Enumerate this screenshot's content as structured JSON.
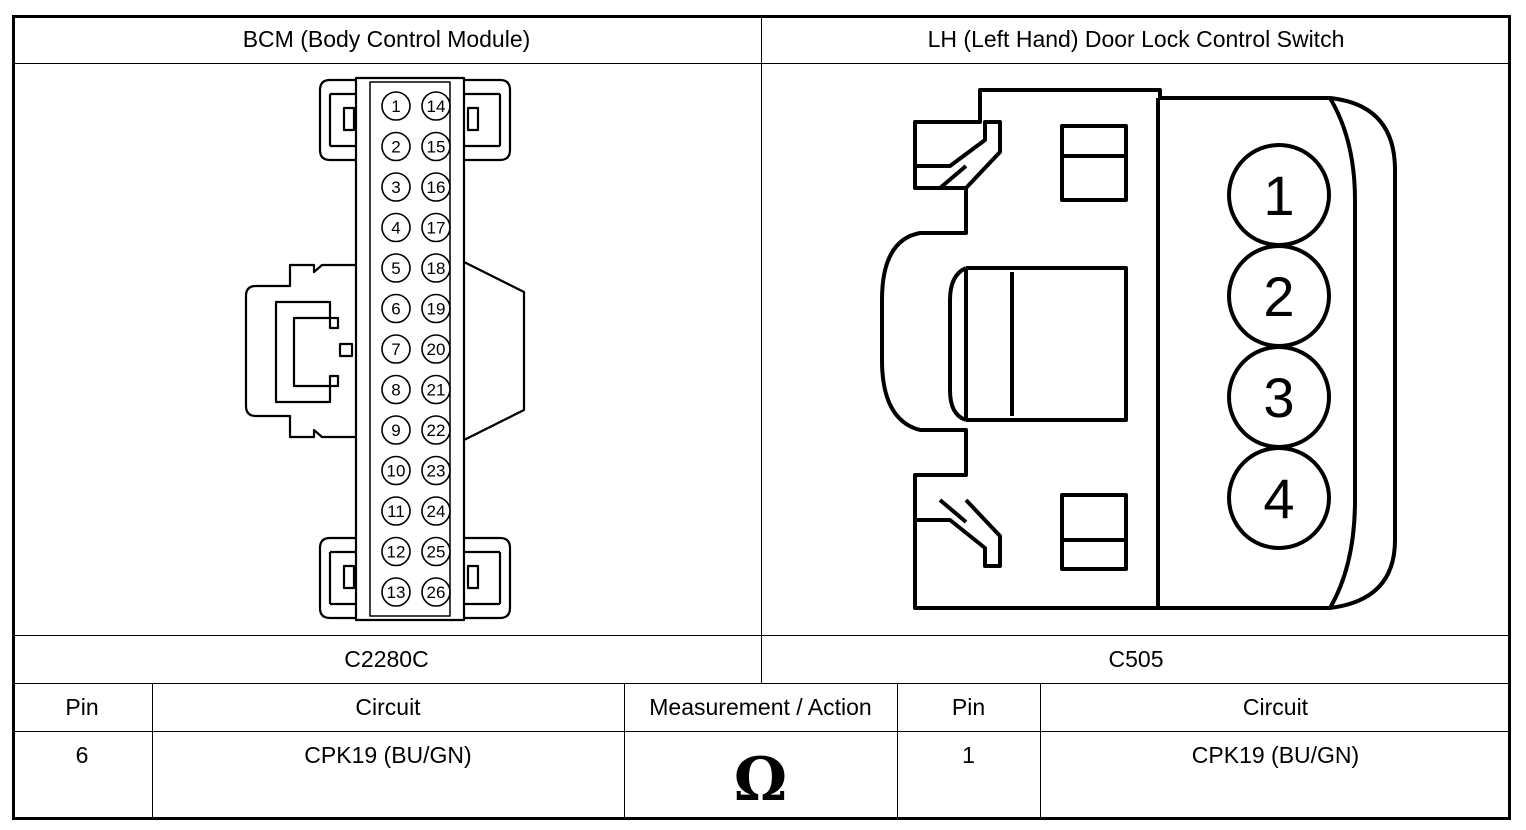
{
  "connectors": {
    "left": {
      "title": "BCM (Body Control Module)",
      "id": "C2280C",
      "pins_left_column": [
        "1",
        "2",
        "3",
        "4",
        "5",
        "6",
        "7",
        "8",
        "9",
        "10",
        "11",
        "12",
        "13"
      ],
      "pins_right_column": [
        "14",
        "15",
        "16",
        "17",
        "18",
        "19",
        "20",
        "21",
        "22",
        "23",
        "24",
        "25",
        "26"
      ]
    },
    "right": {
      "title": "LH (Left Hand) Door Lock Control Switch",
      "id": "C505",
      "pins": [
        "1",
        "2",
        "3",
        "4"
      ]
    }
  },
  "table": {
    "headers": {
      "pin_left": "Pin",
      "circuit_left": "Circuit",
      "measurement": "Measurement / Action",
      "pin_right": "Pin",
      "circuit_right": "Circuit"
    },
    "row": {
      "pin_left": "6",
      "circuit_left": "CPK19 (BU/GN)",
      "measurement_symbol": "Ω",
      "pin_right": "1",
      "circuit_right": "CPK19 (BU/GN)"
    }
  }
}
